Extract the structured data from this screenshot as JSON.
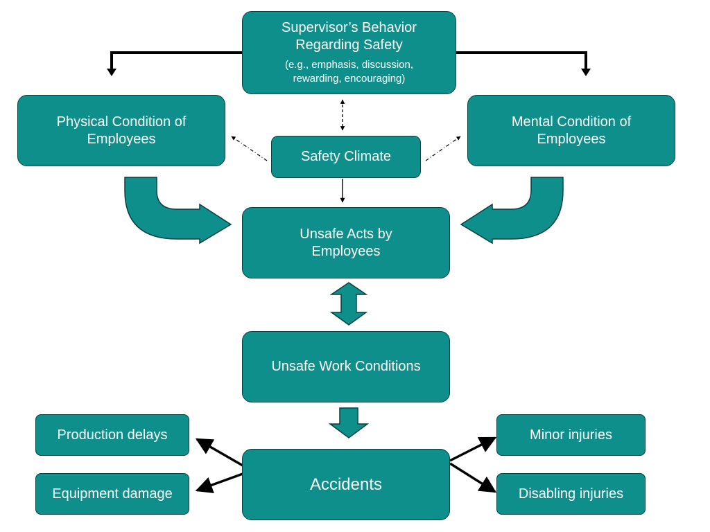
{
  "colors": {
    "box_fill": "#0f8f8c",
    "box_border": "#04403f",
    "text": "#ffffff",
    "arrow": "#000000"
  },
  "nodes": {
    "supervisor": {
      "title_line1": "Supervisor’s Behavior",
      "title_line2": "Regarding Safety",
      "detail_line1": "(e.g., emphasis, discussion,",
      "detail_line2": "rewarding, encouraging)"
    },
    "physical": {
      "line1": "Physical Condition of",
      "line2": "Employees"
    },
    "mental": {
      "line1": "Mental Condition of",
      "line2": "Employees"
    },
    "safety_climate": {
      "label": "Safety Climate"
    },
    "unsafe_acts": {
      "line1": "Unsafe Acts by",
      "line2": "Employees"
    },
    "unsafe_conditions": {
      "label": "Unsafe Work Conditions"
    },
    "accidents": {
      "label": "Accidents"
    },
    "production_delays": {
      "label": "Production delays"
    },
    "equipment_damage": {
      "label": "Equipment damage"
    },
    "minor_injuries": {
      "label": "Minor injuries"
    },
    "disabling_injuries": {
      "label": "Disabling injuries"
    }
  }
}
